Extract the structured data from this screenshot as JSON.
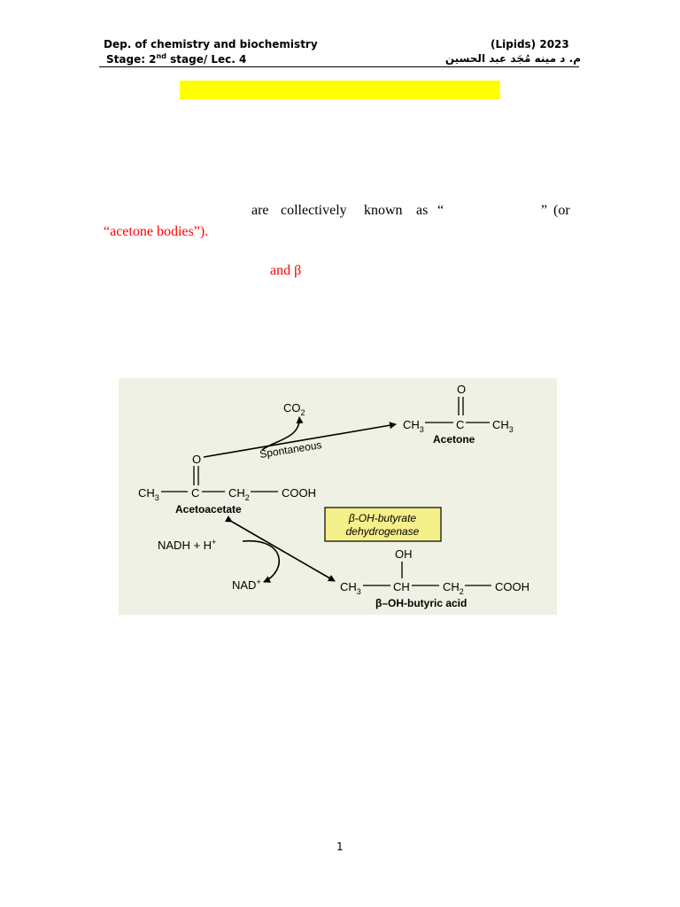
{
  "header": {
    "dept": "Dep. of chemistry and biochemistry",
    "stage_prefix": "Stage: 2",
    "stage_sup": "nd",
    "stage_suffix": " stage/ Lec. 4",
    "topic": "(Lipids) 2023",
    "author": "م. د مينه مُجَد عبد الحسين"
  },
  "body": {
    "line1_part1": "are",
    "line1_part2": "collectively",
    "line1_part3": "known",
    "line1_part4": "as",
    "line1_open_quote": "“",
    "line1_close_quote": "”",
    "line1_tail": "(or",
    "line2_red": "“acetone bodies”).",
    "line3_red": "and β"
  },
  "figure": {
    "co2": "CO",
    "co2_sub": "2",
    "spontaneous": "Spontaneous",
    "acetone_ch3_left": "CH",
    "acetone_c": "C",
    "acetone_ch3_right": "CH",
    "acetone_o": "O",
    "acetone_name": "Acetone",
    "aa_o": "O",
    "aa_ch3": "CH",
    "aa_c": "C",
    "aa_ch2": "CH",
    "aa_cooh": "COOH",
    "aa_name": "Acetoacetate",
    "enzyme_line1": "β-OH-butyrate",
    "enzyme_line2": "dehydrogenase",
    "nadh": "NADH + H",
    "nad": "NAD",
    "bhb_oh": "OH",
    "bhb_ch3": "CH",
    "bhb_ch": "CH",
    "bhb_ch2": "CH",
    "bhb_cooh": "COOH",
    "bhb_name": "β–OH-butyric acid",
    "sub3": "3",
    "sub2": "2",
    "sup_plus": "+"
  },
  "page_number": "1"
}
